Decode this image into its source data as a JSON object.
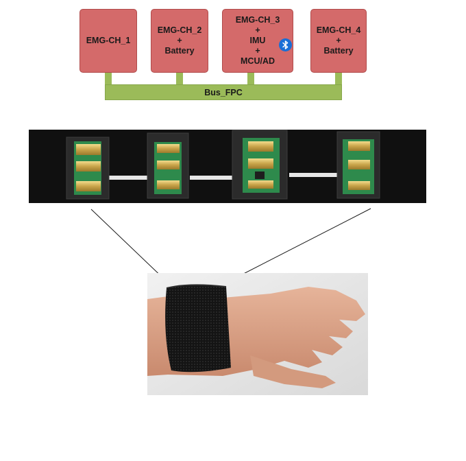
{
  "diagram": {
    "modules": [
      {
        "lines": [
          "EMG-CH_1"
        ]
      },
      {
        "lines": [
          "EMG-CH_2",
          "+",
          "Battery"
        ]
      },
      {
        "lines": [
          "EMG-CH_3",
          "+",
          "IMU",
          "+",
          "MCU/AD"
        ]
      },
      {
        "lines": [
          "EMG-CH_4",
          "+",
          "Battery"
        ]
      }
    ],
    "bus_label": "Bus_FPC",
    "bluetooth_icon": "bluetooth-icon",
    "colors": {
      "module_fill": "#d46a6a",
      "bus_fill": "#9bbb59",
      "bluetooth": "#1a6fd6"
    }
  }
}
